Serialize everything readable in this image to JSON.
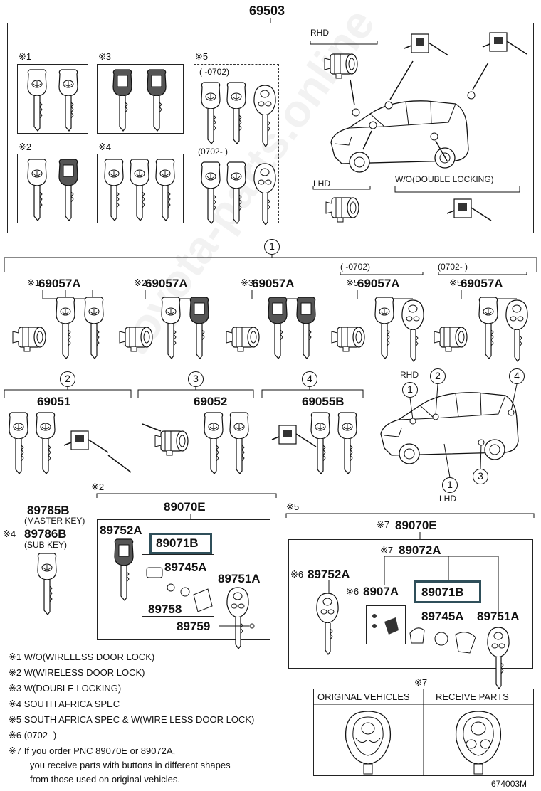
{
  "top": {
    "pnc": "69503",
    "groups": [
      {
        "mark": "※1"
      },
      {
        "mark": "※3"
      },
      {
        "mark": "※5"
      },
      {
        "mark": "※2"
      },
      {
        "mark": "※4"
      }
    ],
    "range_a": "(      -0702)",
    "range_b": "(0702-       )",
    "rhd": "RHD",
    "lhd": "LHD",
    "wo_double": "W/O(DOUBLE LOCKING)"
  },
  "section1": {
    "callout": "1",
    "sets": [
      {
        "mark": "※1",
        "pnc": "69057A"
      },
      {
        "mark": "※2",
        "pnc": "69057A"
      },
      {
        "mark": "※3",
        "pnc": "69057A"
      },
      {
        "mark": "※5",
        "pnc": "69057A",
        "range": "(      -0702)"
      },
      {
        "mark": "※5",
        "pnc": "69057A",
        "range": "(0702-       )"
      }
    ]
  },
  "section2": {
    "c2": "2",
    "c3": "3",
    "c4": "4",
    "p2": "69051",
    "p3": "69052",
    "p4": "69055B",
    "rhd": "RHD",
    "lhd": "LHD",
    "car_c1": "1",
    "car_c2": "2",
    "car_c4": "4",
    "car_c3": "3",
    "car_c1b": "1"
  },
  "bottom": {
    "master_pnc": "89785B",
    "master_label": "(MASTER KEY)",
    "sub_mark": "※4",
    "sub_pnc": "89786B",
    "sub_label": "(SUB KEY)",
    "left_mark": "※2",
    "left_pnc": "89070E",
    "left_parts": {
      "a": "89752A",
      "b": "89071B",
      "c": "89745A",
      "d": "89751A",
      "e": "89758",
      "f": "89759"
    },
    "right_mark": "※5",
    "right_top_mark": "※7",
    "right_top_pnc": "89070E",
    "right_sub_mark": "※7",
    "right_sub_pnc": "89072A",
    "right_parts": {
      "a_mark": "※6",
      "a": "89752A",
      "b_mark": "※6",
      "b": "8907A",
      "c": "89071B",
      "d": "89745A",
      "e": "89751A"
    }
  },
  "notes": [
    "※1 W/O(WIRELESS DOOR LOCK)",
    "※2 W(WIRELESS DOOR LOCK)",
    "※3 W(DOUBLE LOCKING)",
    "※4 SOUTH AFRICA SPEC",
    "※5 SOUTH AFRICA SPEC & W(WIRE LESS DOOR LOCK)",
    "※6 (0702-       )",
    "※7  If you order PNC 89070E or 89072A,",
    "you receive parts with buttons in different shapes",
    "from those used on original vehicles."
  ],
  "compare": {
    "mark": "※7",
    "left_header": "ORIGINAL VEHICLES",
    "right_header": "RECEIVE PARTS"
  },
  "figure_id": "674003M",
  "watermark": "toyota-parts.online"
}
